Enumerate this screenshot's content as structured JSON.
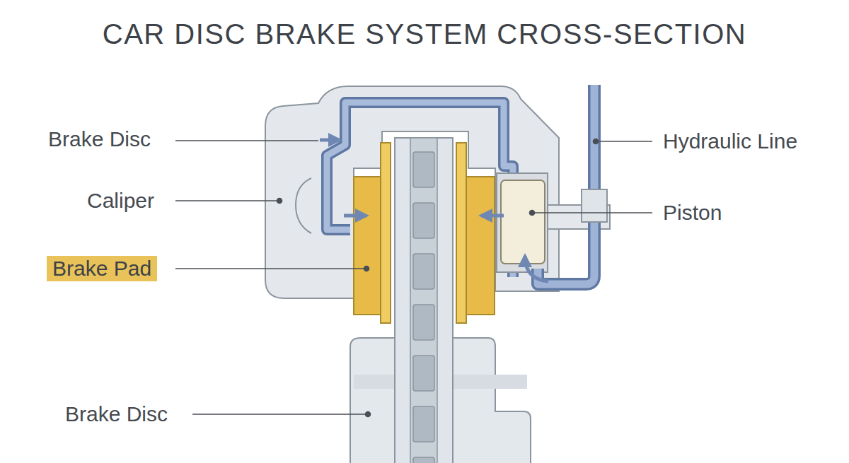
{
  "diagram": {
    "title": "CAR DISC BRAKE SYSTEM CROSS-SECTION",
    "nodes": [
      {
        "text": [
          "Brake Pad"
        ]
      }
    ],
    "labels": [
      "Brake Disc",
      "Hydraulic Line",
      "Caliper",
      "Piston",
      "Brake Disc"
    ]
  }
}
